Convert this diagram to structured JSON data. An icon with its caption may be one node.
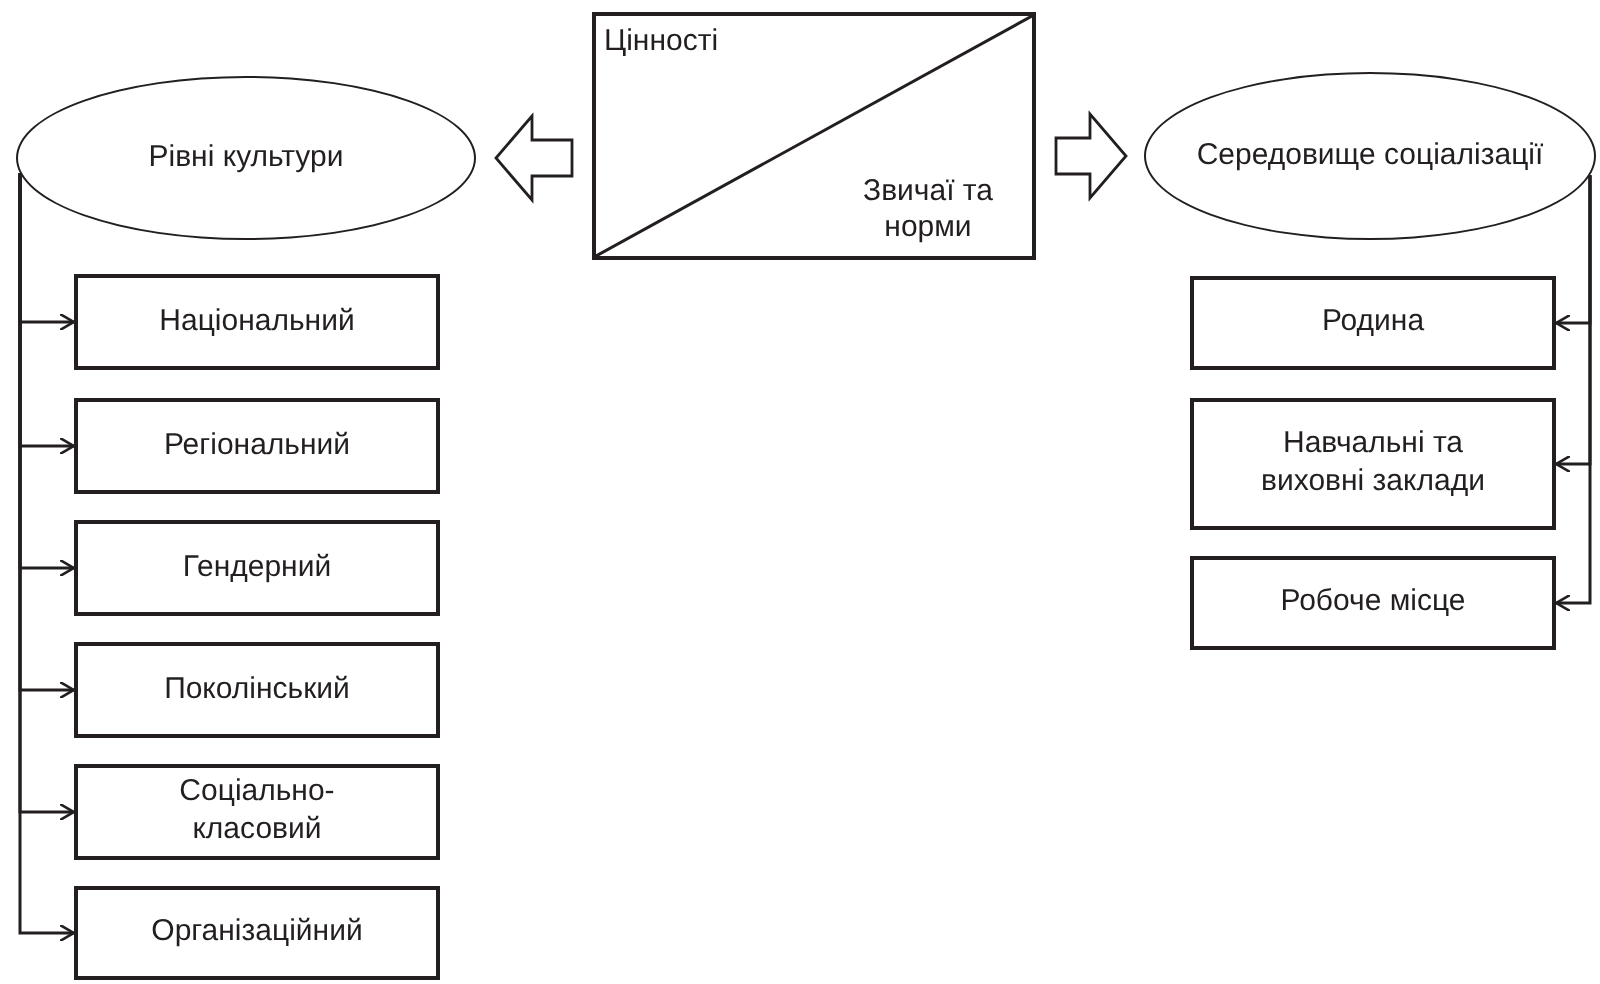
{
  "diagram": {
    "nodes": [
      {
        "text": [
          "Цінності",
          "Звичаї та норми"
        ]
      },
      {
        "text": [
          "Рівні культури"
        ]
      },
      {
        "text": [
          "Національний"
        ]
      },
      {
        "text": [
          "Регіональний"
        ]
      },
      {
        "text": [
          "Гендерний"
        ]
      },
      {
        "text": [
          "Поколінський"
        ]
      },
      {
        "text": [
          "Соціально-класовий"
        ]
      },
      {
        "text": [
          "Організаційний"
        ]
      },
      {
        "text": [
          "Середовище соціалізації"
        ]
      },
      {
        "text": [
          "Родина"
        ]
      },
      {
        "text": [
          "Навчальні та виховні заклади"
        ]
      },
      {
        "text": [
          "Робоче місце"
        ]
      }
    ],
    "edges": [
      {
        "from": 0,
        "to": 1,
        "arrow": "to",
        "style": "thick"
      },
      {
        "from": 0,
        "to": 8,
        "arrow": "to",
        "style": "thick"
      },
      {
        "from": 1,
        "to": 2,
        "arrow": "to"
      },
      {
        "from": 1,
        "to": 3,
        "arrow": "to"
      },
      {
        "from": 1,
        "to": 4,
        "arrow": "to"
      },
      {
        "from": 1,
        "to": 5,
        "arrow": "to"
      },
      {
        "from": 1,
        "to": 6,
        "arrow": "to"
      },
      {
        "from": 1,
        "to": 7,
        "arrow": "to"
      },
      {
        "from": 8,
        "to": 9,
        "arrow": "to"
      },
      {
        "from": 8,
        "to": 10,
        "arrow": "to"
      },
      {
        "from": 8,
        "to": 11,
        "arrow": "to"
      }
    ]
  }
}
